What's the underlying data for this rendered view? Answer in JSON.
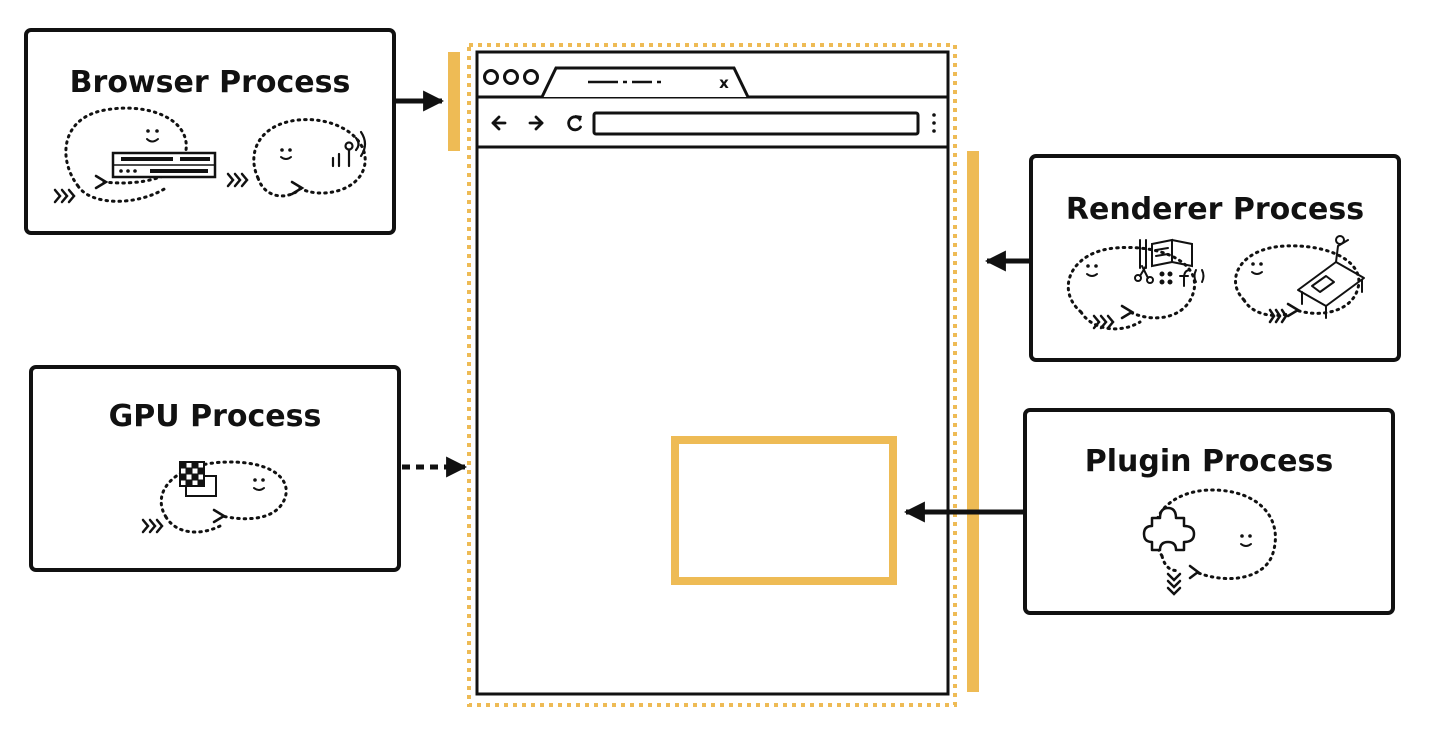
{
  "diagram": {
    "accent_color": "#eebb55",
    "ink_color": "#111111",
    "processes": {
      "browser": {
        "title": "Browser Process"
      },
      "renderer": {
        "title": "Renderer Process"
      },
      "gpu": {
        "title": "GPU Process"
      },
      "plugin": {
        "title": "Plugin Process"
      }
    },
    "browser_window": {
      "tab_close_glyph": "x"
    }
  }
}
